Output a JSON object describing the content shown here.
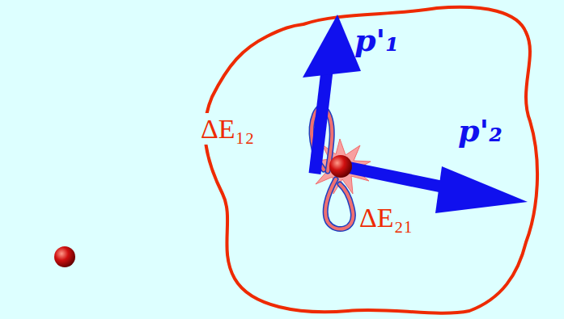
{
  "diagram": {
    "labels": [
      "p'₁",
      "p'₂",
      "ΔE₁₂",
      "ΔE₂₁"
    ]
  }
}
